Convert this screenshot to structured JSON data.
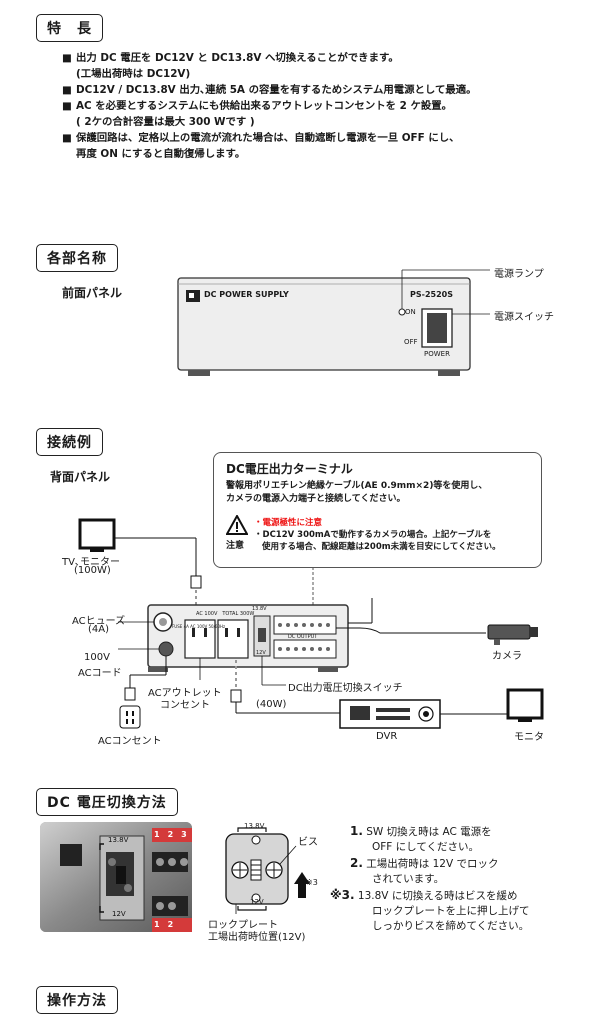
{
  "features": {
    "title": "特　長",
    "bullet": "■",
    "items": [
      {
        "line1": "出力 DC 電圧を DC12V と DC13.8V へ切換えることができます。",
        "line2": "(工場出荷時は DC12V)"
      },
      {
        "line1": "DC12V / DC13.8V 出力､連続 5A の容量を有するためシステム用電源として最適。",
        "line2": ""
      },
      {
        "line1": "AC を必要とするシステムにも供給出来るアウトレットコンセントを 2 ケ設置。",
        "line2": "( 2ケの合計容量は最大 300 Wです )"
      },
      {
        "line1": "保護回路は、定格以上の電流が流れた場合は、自動遮断し電源を一旦 OFF にし、",
        "line2": "再度 ON にすると自動復帰します。"
      }
    ]
  },
  "parts": {
    "title": "各部名称",
    "front_panel": "前面パネル",
    "device_label": "DC POWER SUPPLY",
    "model": "PS-2520S",
    "on_label": "ON",
    "off_label": "OFF",
    "power_label": "POWER",
    "power_lamp": "電源ランプ",
    "power_switch": "電源スイッチ"
  },
  "connection": {
    "title": "接続例",
    "rear_panel": "背面パネル",
    "note_title": "DC電圧出力ターミナル",
    "note_line1": "警報用ポリエチレン絶縁ケーブル(AE 0.9mm×2)等を使用し、",
    "note_line2": "カメラの電源入力端子と接続してください。",
    "caution_label": "注意",
    "caution_red": "電源極性に注意",
    "caution_line1": "DC12V 300mAで動作するカメラの場合。上記ケーブルを",
    "caution_line2": "使用する場合、配線距離は200m未満を目安にしてください。",
    "tv": "TV､モニター",
    "tv_w": "(100W)",
    "fuse": "ACヒューズ",
    "fuse_a": "(4A)",
    "cord_v": "100V",
    "cord": "ACコード",
    "outlet": "ACアウトレット",
    "outlet2": "コンセント",
    "ac_socket": "ACコンセント",
    "dc_switch": "DC出力電圧切換スイッチ",
    "w40": "(40W)",
    "camera": "カメラ",
    "dvr": "DVR",
    "monitor": "モニタ",
    "panel_text1": "AC 100V　TOTAL 300W",
    "panel_text2": "DC OUTPUT",
    "panel_text3": "FUSE 4A AC 100V 50/60Hz",
    "v138": "13.8V",
    "v12": "12V"
  },
  "switching": {
    "title": "DC 電圧切換方法",
    "v138": "13.8V",
    "v12": "12V",
    "screw": "ビス",
    "ref3": "※3",
    "lock_plate": "ロックプレート",
    "factory_pos": "工場出荷時位置(12V)",
    "photo_nums_top": "1　2　3",
    "photo_nums_bottom": "1　2",
    "steps": [
      {
        "num": "1.",
        "l1": "SW 切換え時は AC 電源を",
        "l2": "OFF にしてください。",
        "l3": ""
      },
      {
        "num": "2.",
        "l1": "工場出荷時は 12V でロック",
        "l2": "されています。",
        "l3": ""
      },
      {
        "num": "※3.",
        "l1": "13.8V に切換える時はビスを緩め",
        "l2": "ロックプレートを上に押し上げて",
        "l3": "しっかりビスを締めてください。"
      }
    ]
  },
  "operation": {
    "title": "操作方法"
  }
}
